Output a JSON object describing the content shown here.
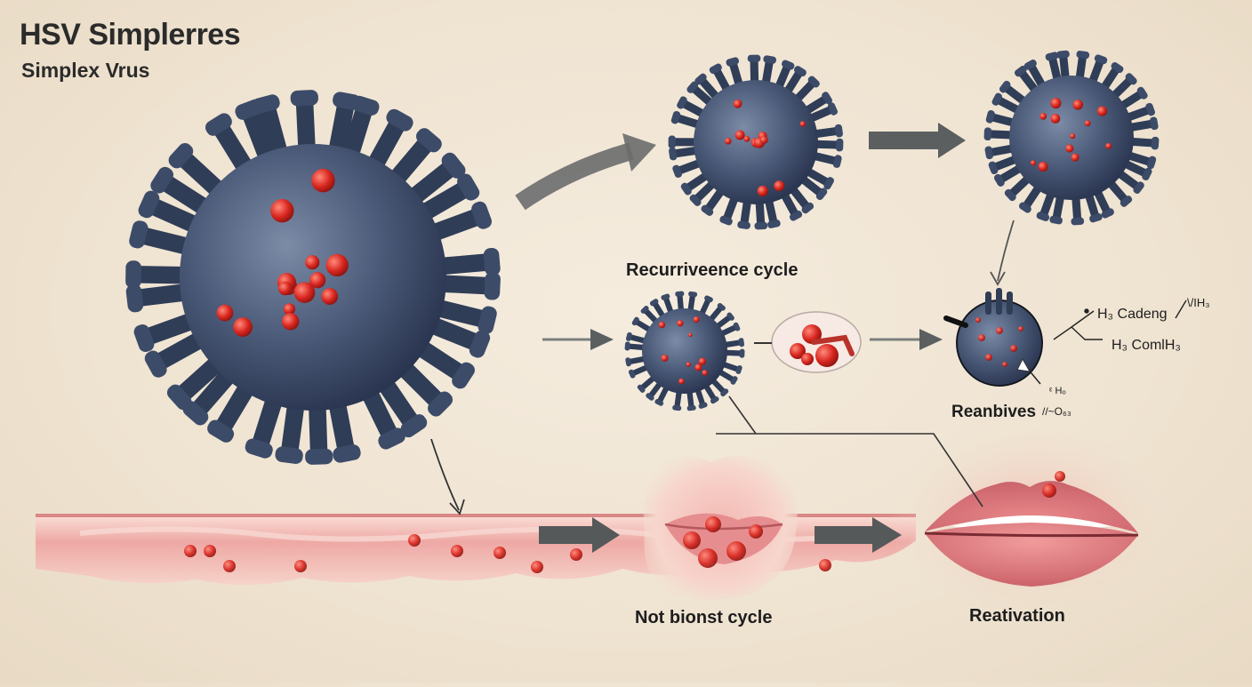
{
  "header": {
    "title": "HSV Simplerres",
    "subtitle": "Simplex Vrus"
  },
  "labels": {
    "recurrence": "Recurriveence cycle",
    "reanbives": "Reanbives",
    "reanbives_sub": "//~O₆₃",
    "formula_top": "H₃ Cadeng",
    "formula_nh": "\\/IH₃",
    "formula_bottom": "H₃ ComlH₃",
    "formula_small": "ᵋ Hₒ",
    "not_bionst": "Not bionst cycle",
    "reactivation": "Reativation"
  },
  "colors": {
    "background": "#f0e5d4",
    "virus_body": "#3f4f6b",
    "virus_spike": "#2f3d57",
    "virion_red": "#d8261f",
    "arrow_gray": "#5b5f60",
    "skin_pink": "#e9a1a0",
    "lip_red": "#d9777a"
  },
  "icons": {
    "virus": "virus-particle-icon",
    "cell": "infected-cell-icon",
    "lips": "lips-icon"
  }
}
